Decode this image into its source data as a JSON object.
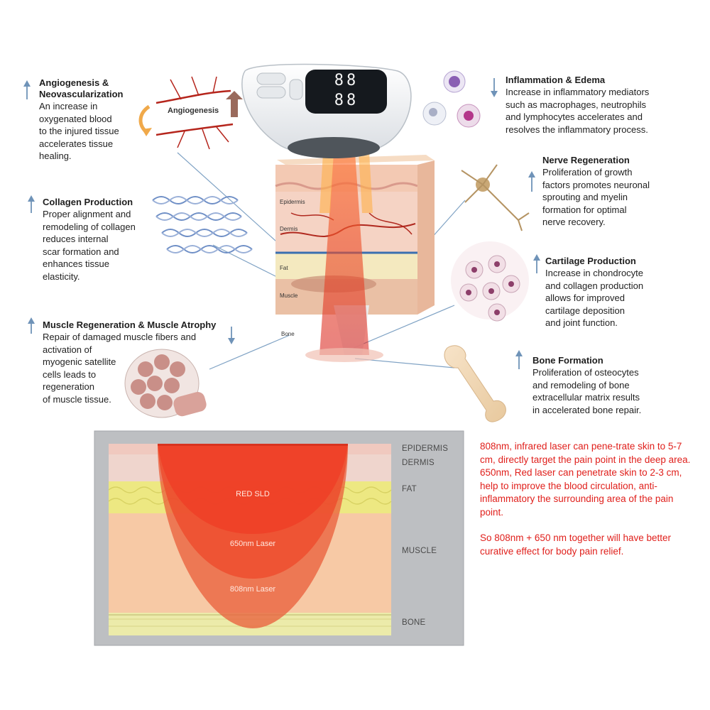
{
  "annotations": {
    "angiogenesis": {
      "title_line1": "Angiogenesis &",
      "title_line2": "Neovascularization",
      "body": [
        "An increase in",
        "oxygenated blood",
        "to the injured tissue",
        "accelerates tissue",
        "healing."
      ],
      "direction": "up"
    },
    "collagen": {
      "title": "Collagen Production",
      "body": [
        "Proper alignment and",
        "remodeling of collagen",
        "reduces internal",
        "scar formation and",
        "enhances tissue",
        "elasticity."
      ],
      "direction": "up"
    },
    "muscle": {
      "title": "Muscle Regeneration & Muscle Atrophy",
      "body": [
        "Repair of damaged muscle fibers and",
        "activation of",
        "myogenic satellite",
        "cells leads to",
        "regeneration",
        "of muscle tissue."
      ],
      "direction": "up-down"
    },
    "inflammation": {
      "title": "Inflammation & Edema",
      "body": [
        "Increase in inflammatory mediators",
        "such as macrophages, neutrophils",
        "and lymphocytes accelerates and",
        "resolves the inflammatory process."
      ],
      "direction": "down"
    },
    "nerve": {
      "title": "Nerve Regeneration",
      "body": [
        "Proliferation of growth",
        "factors promotes neuronal",
        "sprouting and myelin",
        "formation for optimal",
        "nerve recovery."
      ],
      "direction": "up"
    },
    "cartilage": {
      "title": "Cartilage Production",
      "body": [
        "Increase in chondrocyte",
        "and collagen production",
        "allows for improved",
        "cartilage deposition",
        "and joint function."
      ],
      "direction": "up"
    },
    "bone": {
      "title": "Bone Formation",
      "body": [
        "Proliferation of osteocytes",
        "and remodeling of bone",
        "extracellular matrix results",
        "in accelerated bone repair."
      ],
      "direction": "up"
    }
  },
  "illustration_labels": {
    "angiogenesis_tag": "Angiogenesis",
    "epidermis": "Epidermis",
    "dermis": "Dermis",
    "fat": "Fat",
    "muscle": "Muscle",
    "bone": "Bone"
  },
  "device": {
    "display_top": "88",
    "display_bottom": "88"
  },
  "penetration_chart": {
    "layers": [
      "EPIDERMIS",
      "DERMIS",
      "FAT",
      "MUSCLE",
      "BONE"
    ],
    "beams": [
      "RED SLD",
      "650nm Laser",
      "808nm Laser"
    ]
  },
  "description": {
    "paragraph1": "808nm, infrared laser can pene-trate skin to 5-7 cm, directly target the pain point in the deep area. 650nm, Red laser can penetrate skin to 2-3 cm, help to improve the blood circulation, anti-inflammatory the surrounding area of the pain point.",
    "paragraph2": "So 808nm + 650 nm together will have better curative effect for body pain relief."
  },
  "colors": {
    "arrow_blue": "#6f93b8",
    "red_text": "#e0201c",
    "fat_yellow": "#ece89a",
    "muscle_orange": "#f6c6a4",
    "beam_red": "#e8301a"
  }
}
